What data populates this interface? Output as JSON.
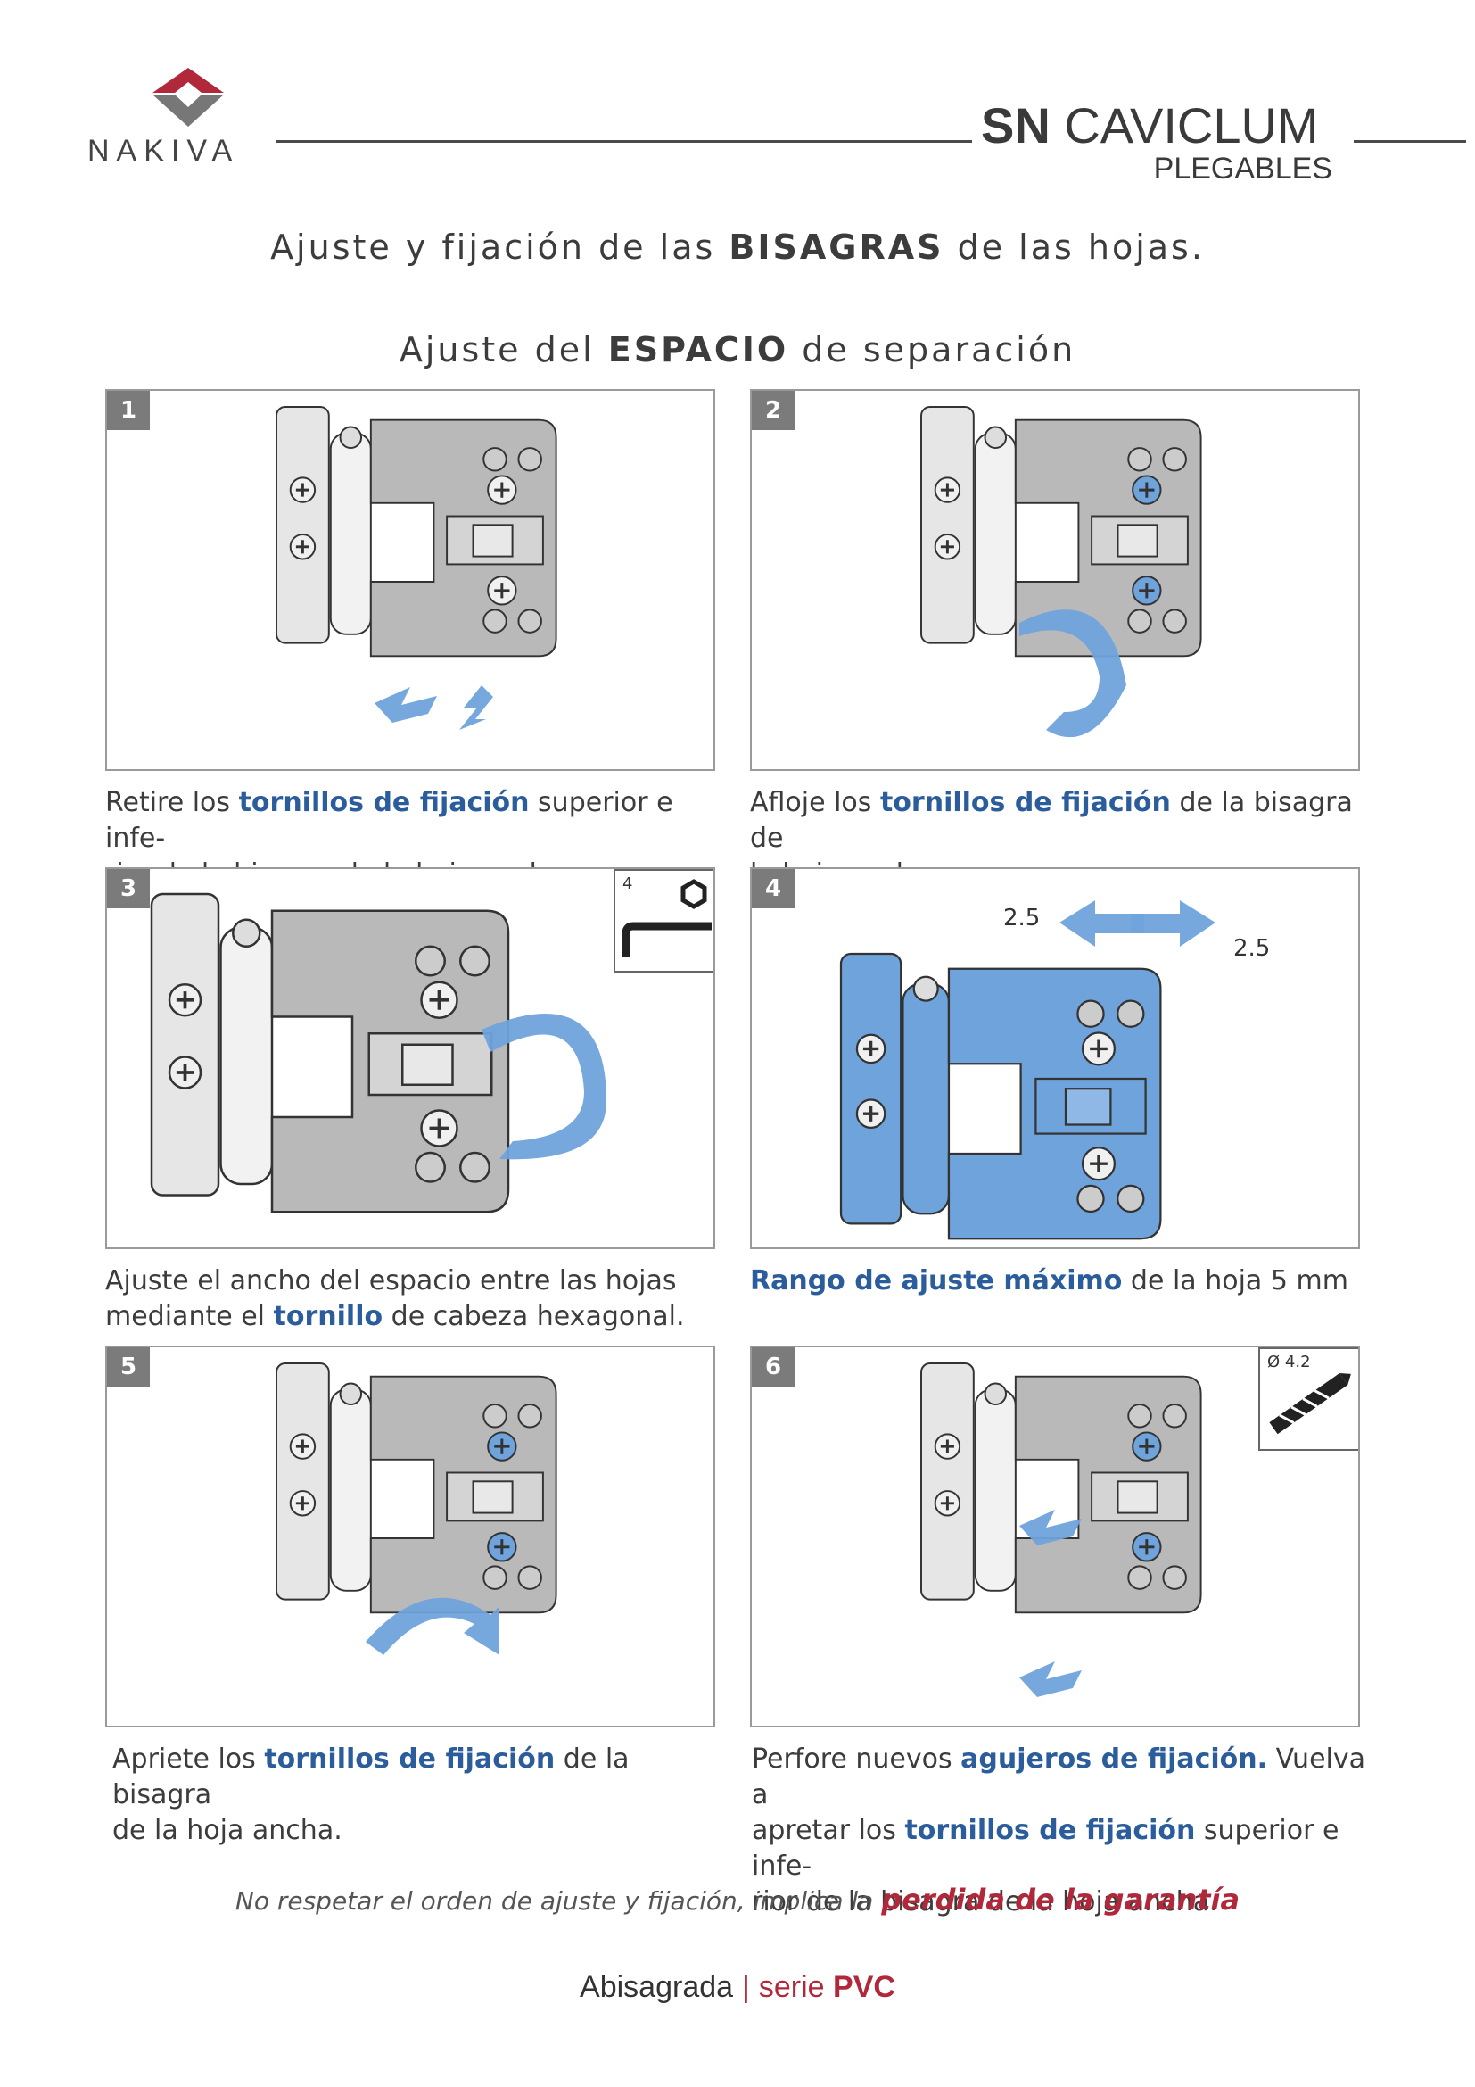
{
  "header": {
    "logo_text": "NAKIVA",
    "product_bold": "SN",
    "product_name": "CAVICLUM",
    "product_sub": "PLEGABLES"
  },
  "title": {
    "pre": "Ajuste y fijación de las ",
    "bold": "BISAGRAS",
    "post": " de las hojas."
  },
  "subtitle": {
    "pre": "Ajuste del ",
    "bold": "ESPACIO",
    "post": " de separación"
  },
  "steps": [
    {
      "number": "1",
      "caption_parts": [
        {
          "t": "Retire los "
        },
        {
          "t": "tornillos de fijación",
          "h": true
        },
        {
          "t": " superior e infe-"
        },
        {
          "t": "br"
        },
        {
          "t": "rior de la bisagra de la hoja ancha."
        }
      ]
    },
    {
      "number": "2",
      "caption_parts": [
        {
          "t": "Afloje los "
        },
        {
          "t": "tornillos de fijación",
          "h": true
        },
        {
          "t": " de la bisagra de"
        },
        {
          "t": "br"
        },
        {
          "t": "la hoja ancha."
        }
      ]
    },
    {
      "number": "3",
      "tool_label": "4",
      "caption_parts": [
        {
          "t": "Ajuste el ancho del espacio entre las hojas"
        },
        {
          "t": "br"
        },
        {
          "t": "mediante el "
        },
        {
          "t": "tornillo",
          "h": true
        },
        {
          "t": " de cabeza hexagonal."
        }
      ]
    },
    {
      "number": "4",
      "dim_left": "2.5",
      "dim_right": "2.5",
      "caption_parts": [
        {
          "t": "Rango de ajuste máximo",
          "h": true
        },
        {
          "t": " de la hoja 5 mm"
        }
      ]
    },
    {
      "number": "5",
      "caption_parts": [
        {
          "t": "Apriete los "
        },
        {
          "t": "tornillos de fijación",
          "h": true
        },
        {
          "t": " de la bisagra"
        },
        {
          "t": "br"
        },
        {
          "t": "de la hoja ancha."
        }
      ]
    },
    {
      "number": "6",
      "tool_label": "Ø 4.2",
      "caption_parts": [
        {
          "t": "Perfore nuevos "
        },
        {
          "t": "agujeros de fijación.",
          "h": true
        },
        {
          "t": " Vuelva a"
        },
        {
          "t": "br"
        },
        {
          "t": "apretar los "
        },
        {
          "t": "tornillos de fijación",
          "h": true
        },
        {
          "t": " superior e infe-"
        },
        {
          "t": "br"
        },
        {
          "t": "rior de la bisagra de la hoja ancha."
        }
      ]
    }
  ],
  "warning": {
    "pre": "No respetar el orden de ajuste y fijación, implica la ",
    "bold": "perdida de la garantía"
  },
  "footer": {
    "pre": "Abisagrada",
    "sep": "|",
    "serie": "serie",
    "pvc": "PVC"
  },
  "colors": {
    "accent_blue": "#2b5d9c",
    "brand_red": "#b0283a",
    "hinge_grey": "#b9b9b9",
    "highlight_blue": "#6fa3dc"
  }
}
